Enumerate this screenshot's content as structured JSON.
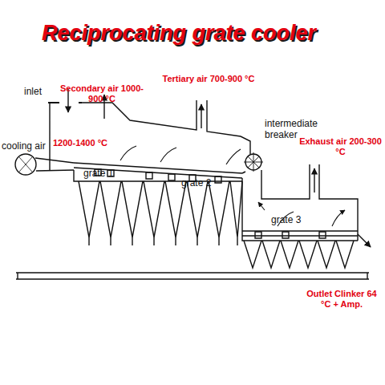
{
  "diagram": {
    "title": "Reciprocating grate cooler",
    "labels": [
      "Secondary air 1000-900 °C",
      "Tertiary air 700-900 °C",
      "inlet",
      "intermediate breaker",
      "cooling air",
      "1200-1400 °C",
      "Exhaust air 200-300 °C",
      "grate 1",
      "grate 2",
      "grate 3",
      "Outlet Clinker 64 °C + Amp."
    ]
  }
}
